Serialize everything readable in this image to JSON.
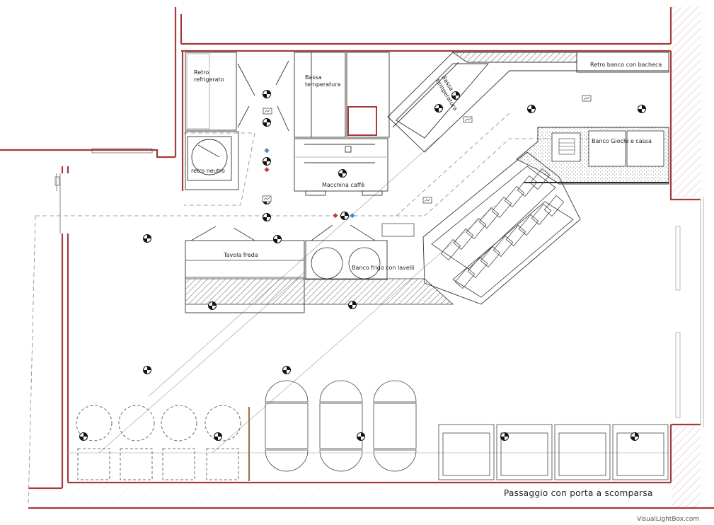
{
  "labels": {
    "retro_refrigerato": "Retro\nrefrigerato",
    "bassa_temperatura": "Bassa\ntemperatura",
    "bassa_temperatura_rotated": "Bassa\ntemperatura",
    "retro_banco_bacheca": "Retro banco con bacheca",
    "retro_neutro": "retro neutro",
    "banco_giochi_cassa": "Banco Giochi e cassa",
    "macchina_caffe": "Macchina caffè",
    "tavola_fredda": "Tavola freda",
    "banco_frigo_lavelli": "Banco frigo con lavelli",
    "passaggio": "Passaggio con porta a scomparsa"
  },
  "watermark": "VisualLightBox.com",
  "colors": {
    "wall_red": "#a63a3a",
    "line": "#333333",
    "hatch": "#7a7a7a",
    "light_line": "#999999"
  },
  "symbols": {
    "light_fixture": "ceiling-light-icon",
    "outlet": "outlet-icon"
  }
}
